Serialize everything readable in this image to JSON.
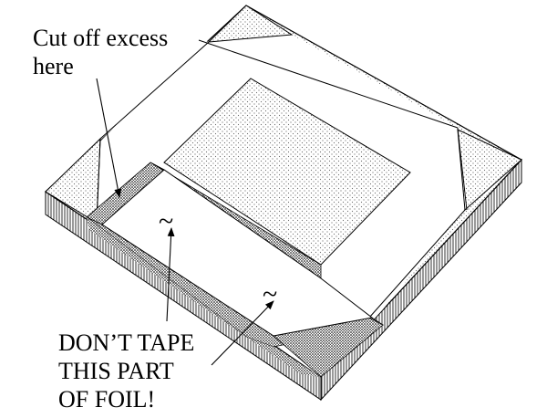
{
  "annotations": {
    "cut_label": {
      "line1": "Cut off excess",
      "line2": "here"
    },
    "dont_tape_label": {
      "line1": "DON’T TAPE",
      "line2": "THIS PART",
      "line3": "OF FOIL!"
    },
    "tilde_mark_1": "~",
    "tilde_mark_2": "~"
  },
  "style": {
    "ink_color": "#000000",
    "paper_color": "#ffffff",
    "light_stipple_color": "#d9d9d9",
    "dense_stipple_color": "#7a7a7a"
  }
}
